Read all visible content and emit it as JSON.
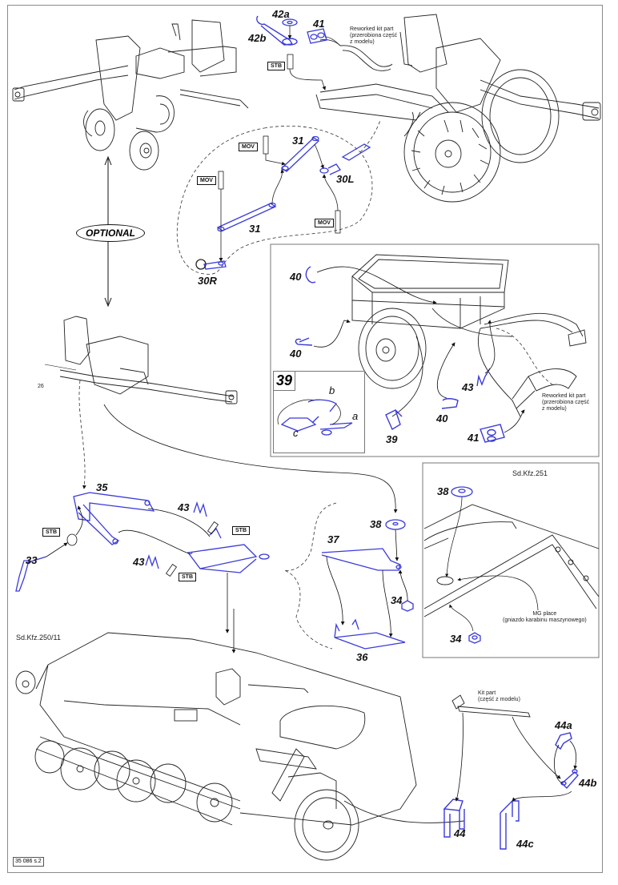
{
  "page": {
    "page_number": "35 086 s.2"
  },
  "badge": {
    "optional": "OPTIONAL"
  },
  "tags": {
    "stb": "STB",
    "mov": "MOV"
  },
  "parts": {
    "p42a": "42a",
    "p42b": "42b",
    "p41_top": "41",
    "p31_upper": "31",
    "p31_lower": "31",
    "p30L": "30L",
    "p30R": "30R",
    "p26": "26",
    "p40_a": "40",
    "p40_b": "40",
    "p40_c": "40",
    "p43_trailer": "43",
    "p39": "39",
    "p41_trailer": "41",
    "p39_inset": "39",
    "p39_sub_a": "a",
    "p39_sub_b": "b",
    "p39_sub_c": "c",
    "p35": "35",
    "p33": "33",
    "p43_upper": "43",
    "p43_lower": "43",
    "p38_center": "38",
    "p37": "37",
    "p34_center": "34",
    "p36": "36",
    "p38_right": "38",
    "p34_right": "34",
    "p44": "44",
    "p44a": "44a",
    "p44b": "44b",
    "p44c": "44c"
  },
  "notes": {
    "reworked_top": [
      "Reworked kit part",
      "(przerobiona część",
      "z modelu)"
    ],
    "reworked_trailer": [
      "Reworked kit part",
      "(przerobiona część",
      "z modelu)"
    ],
    "mg_place": [
      "MG place",
      "(gniazdo karabinu maszynowego)"
    ],
    "kit_part": [
      "Kit part",
      "(część z modelu)"
    ]
  },
  "vehicles": {
    "sdkfz251": "Sd.Kfz.251",
    "sdkfz250": "Sd.Kfz.250/11"
  },
  "colors": {
    "part_blue": "#3a3adb",
    "line": "#1a1a1a",
    "frame": "#8a8a8a"
  }
}
